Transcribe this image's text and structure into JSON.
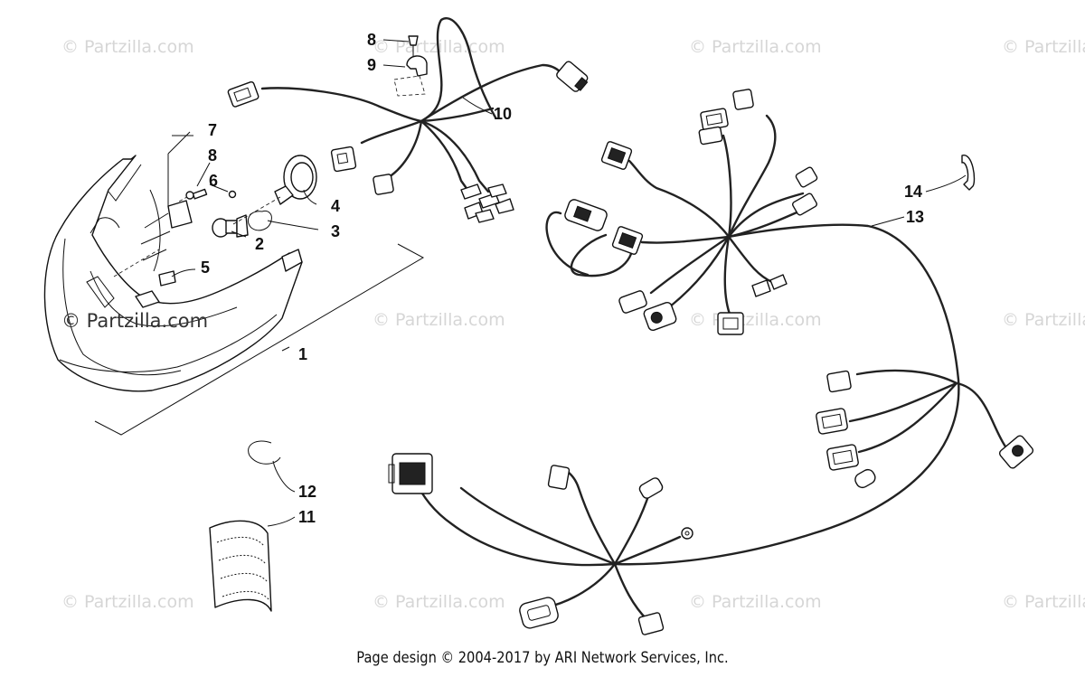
{
  "watermark": {
    "text": "© Partzilla.com"
  },
  "callouts": [
    {
      "id": "1",
      "label": "1"
    },
    {
      "id": "2",
      "label": "2"
    },
    {
      "id": "3",
      "label": "3"
    },
    {
      "id": "4",
      "label": "4"
    },
    {
      "id": "5",
      "label": "5"
    },
    {
      "id": "6",
      "label": "6"
    },
    {
      "id": "7",
      "label": "7"
    },
    {
      "id": "8a",
      "label": "8"
    },
    {
      "id": "8b",
      "label": "8"
    },
    {
      "id": "9",
      "label": "9"
    },
    {
      "id": "10",
      "label": "10"
    },
    {
      "id": "11",
      "label": "11"
    },
    {
      "id": "12",
      "label": "12"
    },
    {
      "id": "13",
      "label": "13"
    },
    {
      "id": "14",
      "label": "14"
    }
  ],
  "footer": {
    "text": "Page design © 2004-2017 by ARI Network Services, Inc."
  }
}
